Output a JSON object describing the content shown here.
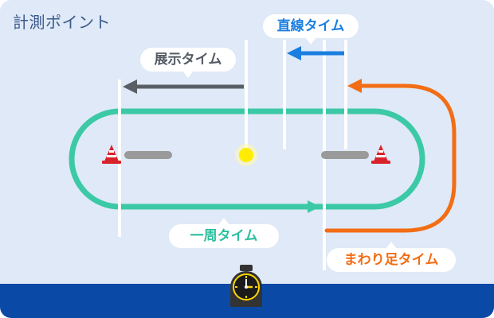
{
  "title": "計測ポイント",
  "labels": {
    "straight_time": "直線タイム",
    "exhibition_time": "展示タイム",
    "lap_time": "一周タイム",
    "turn_time": "まわり足タイム"
  },
  "icons": [
    "turn-mark-left-icon",
    "turn-mark-right-icon",
    "sun-icon",
    "stopwatch-icon"
  ],
  "colors": {
    "sky": "#dfe9f7",
    "water": "#0a4aa6",
    "track": "#3bc9a6",
    "straight": "#1a7ee0",
    "exhibition": "#5a5f66",
    "turn": "#f26d14",
    "title": "#3a5a8a",
    "buoy": "#d8232a",
    "sun": "#ffec00"
  }
}
